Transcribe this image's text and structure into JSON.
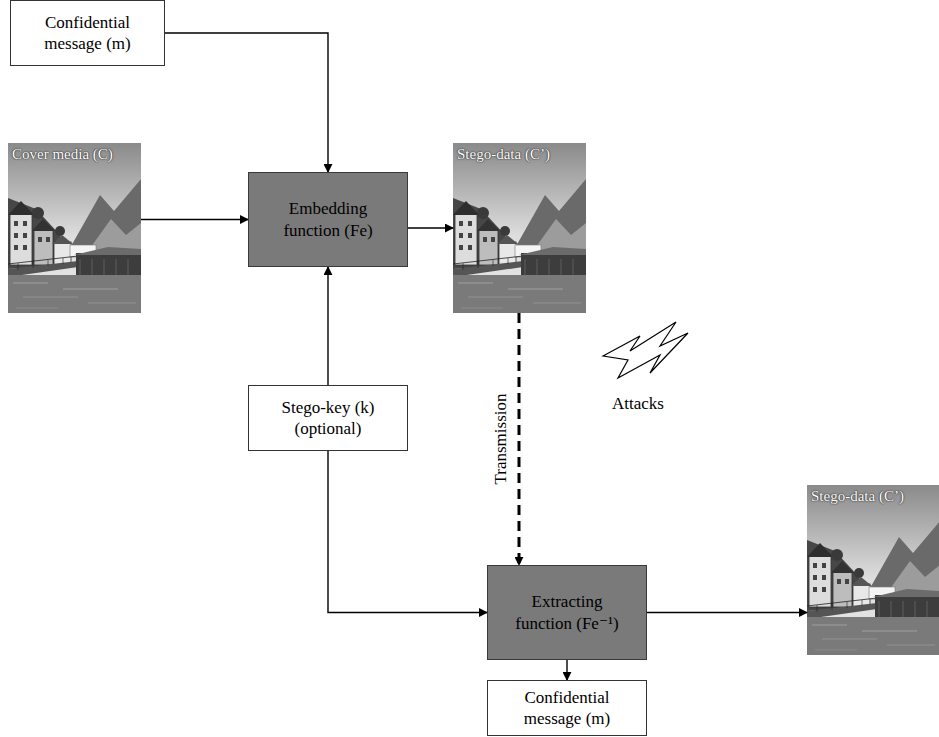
{
  "diagram": {
    "nodes": [
      {
        "text": [
          "Confidential message (m)"
        ]
      },
      {
        "text": [
          "Cover media (C)"
        ]
      },
      {
        "text": [
          "Embedding function (Fe)"
        ]
      },
      {
        "text": [
          "Stego-data (C’)"
        ]
      },
      {
        "text": [
          "Stego-key (k) (optional)"
        ]
      },
      {
        "text": [
          "Extracting function (Fe⁻¹)"
        ]
      },
      {
        "text": [
          "Stego-data (C’)"
        ]
      },
      {
        "text": [
          "Confidential message (m)"
        ]
      }
    ],
    "edges": [
      {
        "from": 0,
        "to": 2,
        "arrow": "to"
      },
      {
        "from": 1,
        "to": 2,
        "arrow": "to"
      },
      {
        "from": 2,
        "to": 3,
        "arrow": "to"
      },
      {
        "from": 4,
        "to": 2,
        "arrow": "to"
      },
      {
        "from": 4,
        "to": 5,
        "arrow": "to"
      },
      {
        "from": 3,
        "to": 5,
        "label": "Transmission",
        "arrow": "to"
      },
      {
        "from": 5,
        "to": 6,
        "arrow": "to"
      },
      {
        "from": 5,
        "to": 7,
        "arrow": "to"
      }
    ],
    "labels": [
      "Attacks"
    ]
  }
}
